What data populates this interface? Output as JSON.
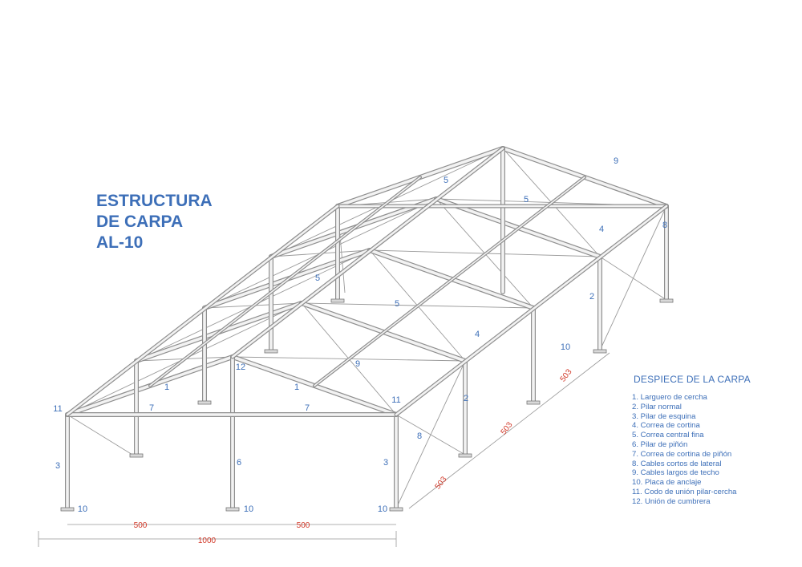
{
  "title": [
    "ESTRUCTURA",
    "DE CARPA",
    "AL-10"
  ],
  "legend": {
    "heading": "DESPIECE DE LA CARPA",
    "items": [
      "1. Larguero de cercha",
      "2. Pilar normal",
      "3. Pilar de esquina",
      "4. Correa de cortina",
      "5. Correa central fina",
      "6. Pilar de piñón",
      "7. Correa de cortina de piñón",
      "8. Cables cortos de lateral",
      "9. Cables largos de techo",
      "10. Placa de anclaje",
      "11. Codo de unión pilar-cercha",
      "12. Unión de cumbrera"
    ]
  },
  "part_labels": [
    "1",
    "2",
    "3",
    "4",
    "5",
    "6",
    "7",
    "8",
    "9",
    "10",
    "11",
    "12"
  ],
  "dimensions": {
    "width_half_left": "500",
    "width_half_right": "500",
    "width_total": "1000",
    "bay_1": "503",
    "bay_2": "503",
    "bay_3": "503"
  },
  "colors": {
    "frame_stroke": "#8f8f8f",
    "frame_fill": "#f2f2f2",
    "label_blue": "#3d6fb8",
    "dimension_red": "#d23a2a"
  }
}
